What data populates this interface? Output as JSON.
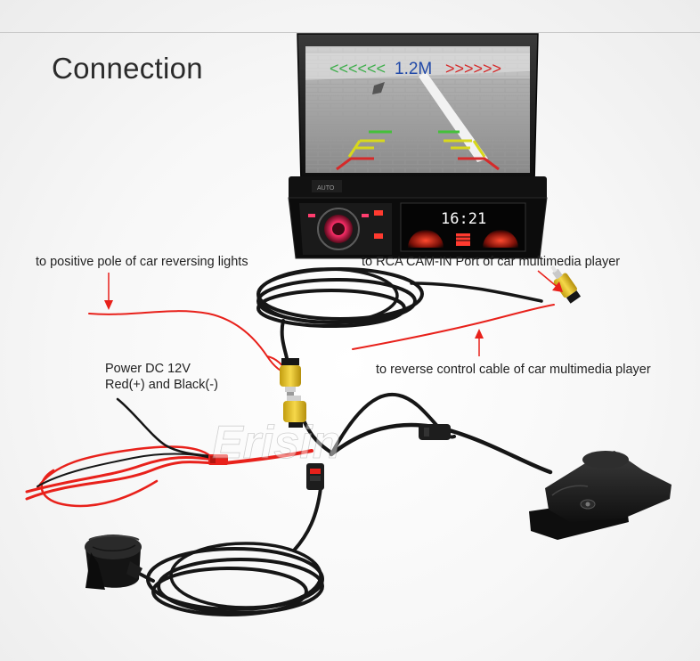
{
  "title": "Connection",
  "labels": {
    "positive_pole": "to positive pole of car reversing lights",
    "rca_port": "to RCA CAM-IN Port of car multimedia player",
    "reverse_control": "to reverse control cable of car multimedia player",
    "power_line1": "Power DC 12V",
    "power_line2": "Red(+) and Black(-)"
  },
  "screen": {
    "distance_readout": "1.2M",
    "left_arrows": "<<<<<<",
    "right_arrows": ">>>>>>"
  },
  "head_unit": {
    "clock": "16:21",
    "badge": "AUTO"
  },
  "watermark": "Erisin",
  "colors": {
    "red_wire": "#e8211b",
    "black_cable": "#161616",
    "rca_yellow": "#e8c51d",
    "screen_text": "#2149a8",
    "arrow_left": "#3fae4c",
    "arrow_right": "#d52a2a",
    "clock_red": "#ff3a2f"
  },
  "icons": [
    "head-unit-icon",
    "camera-sensor-icon",
    "buzzer-icon",
    "rca-plug-icon",
    "arrow-down-icon",
    "arrow-up-icon"
  ]
}
